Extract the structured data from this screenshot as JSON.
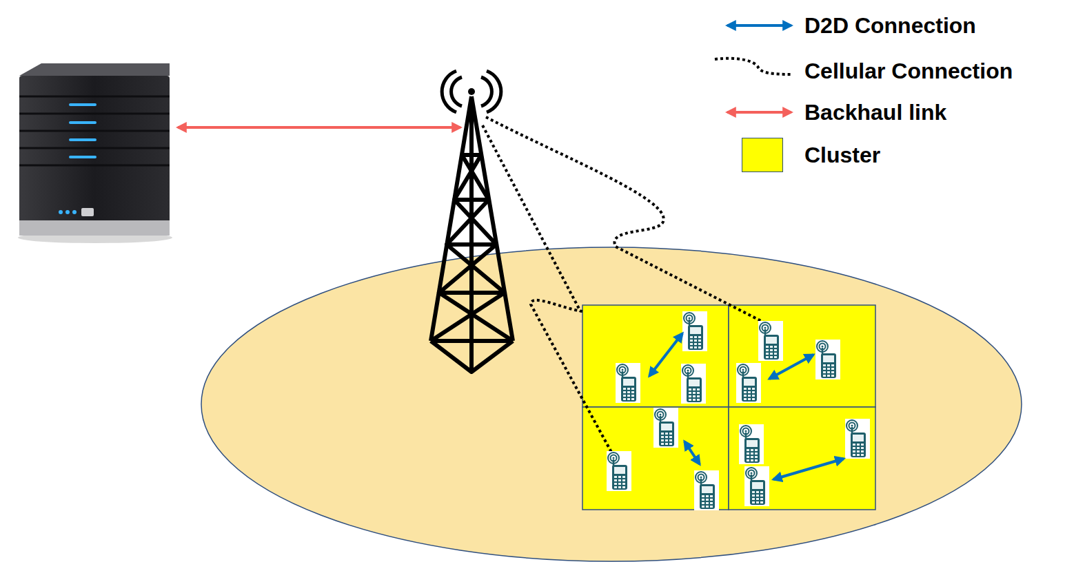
{
  "diagram": {
    "legend": [
      {
        "text": "D2D Connection"
      },
      {
        "text": "Cellular Connection"
      },
      {
        "text": "Backhaul link"
      },
      {
        "text": "Cluster",
        "color": "#ffff00"
      }
    ]
  }
}
